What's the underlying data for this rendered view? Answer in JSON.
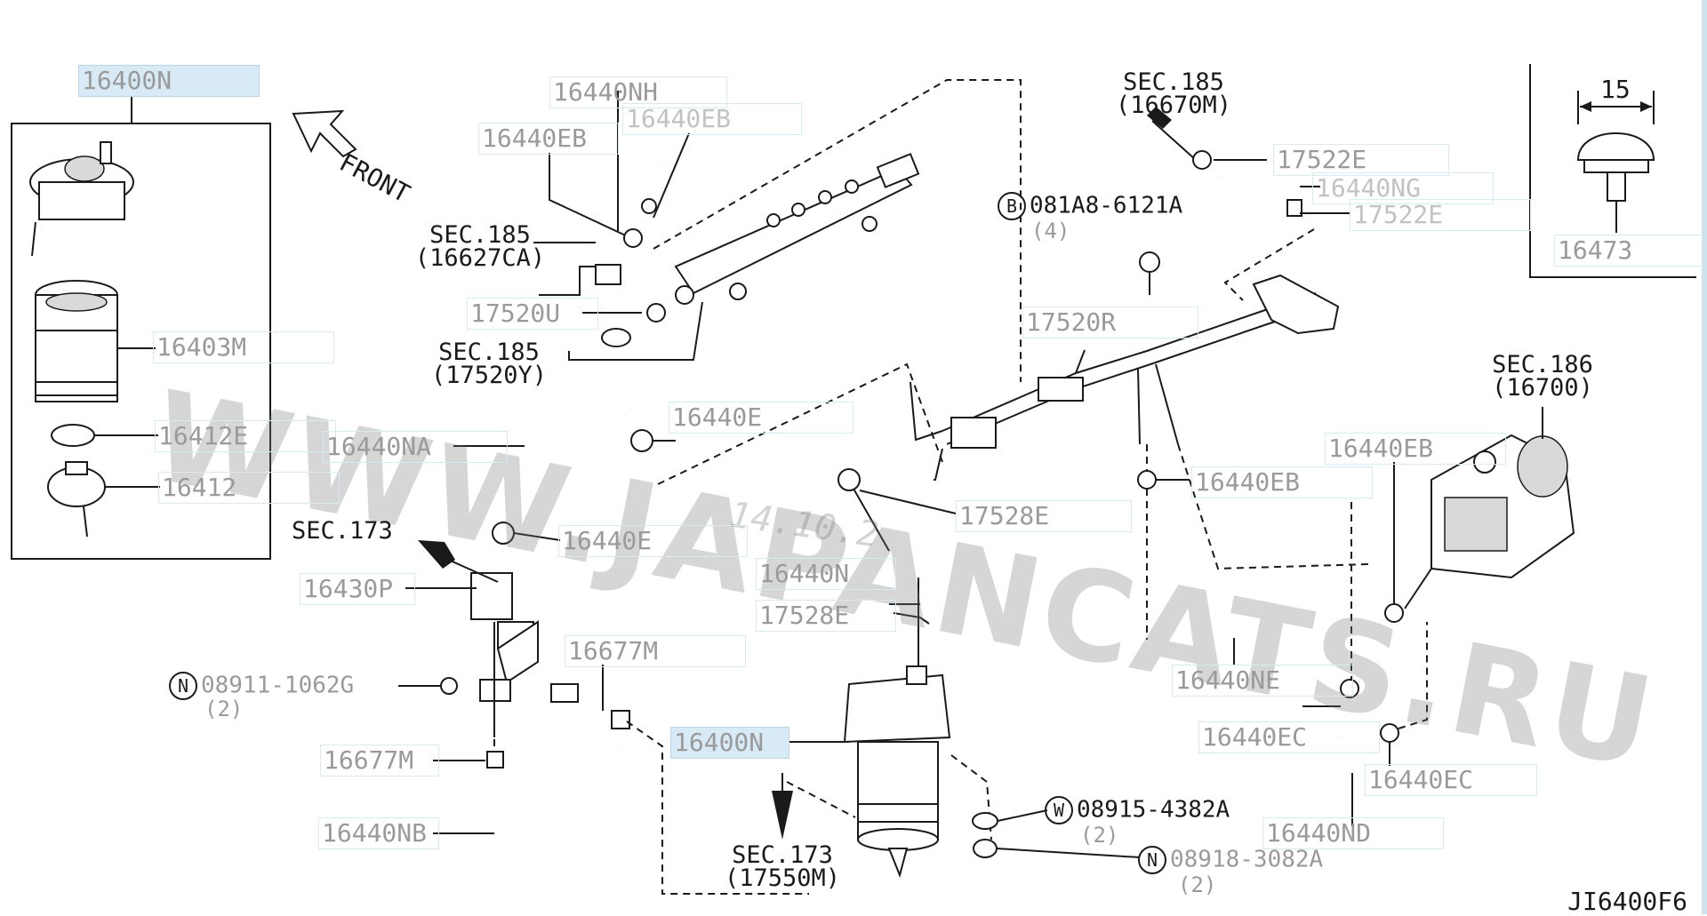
{
  "labels": {
    "kit_top": "16400N",
    "cap_16440NH": "16440NH",
    "cap_16440EB_a": "16440EB",
    "cap_16440EB_b": "16440EB",
    "cap_17520U": "17520U",
    "cap_16403M": "16403M",
    "cap_16412E": "16412E",
    "cap_16412": "16412",
    "cap_16440NA": "16440NA",
    "cap_16440E_a": "16440E",
    "cap_16440E_b": "16440E",
    "cap_16430P": "16430P",
    "cap_16677M_a": "16677M",
    "cap_16677M_b": "16677M",
    "cap_16440NB": "16440NB",
    "cap_16400N_main": "16400N",
    "cap_16440N": "16440N",
    "cap_17528E_a": "17528E",
    "cap_17528E_b": "17528E",
    "cap_17520R": "17520R",
    "cap_17522E_a": "17522E",
    "cap_17522E_b": "17522E",
    "cap_16440NG": "16440NG",
    "cap_16473": "16473",
    "cap_16440EB_c": "16440EB",
    "cap_16440EB_d": "16440EB",
    "cap_16440NE": "16440NE",
    "cap_16440EC_a": "16440EC",
    "cap_16440EC_b": "16440EC",
    "cap_16440ND": "16440ND"
  },
  "sections": {
    "sec185_a_line1": "SEC.185",
    "sec185_a_line2": "(16627CA)",
    "sec185_b_line1": "SEC.185",
    "sec185_b_line2": "(17520Y)",
    "sec185_c_line1": "SEC.185",
    "sec185_c_line2": "(16670M)",
    "sec173_a": "SEC.173",
    "sec173_b_line1": "SEC.173",
    "sec173_b_line2": "(17550M)",
    "sec186_line1": "SEC.186",
    "sec186_line2": "(16700)"
  },
  "fasteners": {
    "bolt_b_symbol": "B",
    "bolt_b_code": "081A8-6121A",
    "bolt_b_qty": "(4)",
    "nut_n1_symbol": "N",
    "nut_n1_code": "08911-1062G",
    "nut_n1_qty": "(2)",
    "washer_w_symbol": "W",
    "washer_w_code": "08915-4382A",
    "washer_w_qty": "(2)",
    "nut_n2_symbol": "N",
    "nut_n2_code": "08918-3082A",
    "nut_n2_qty": "(2)"
  },
  "front_label": "FRONT",
  "dimension_value": "15",
  "watermark": "WWW.JAPANCATS.RU",
  "stamp": "14.10.2",
  "diagram_code": "JI6400F6"
}
